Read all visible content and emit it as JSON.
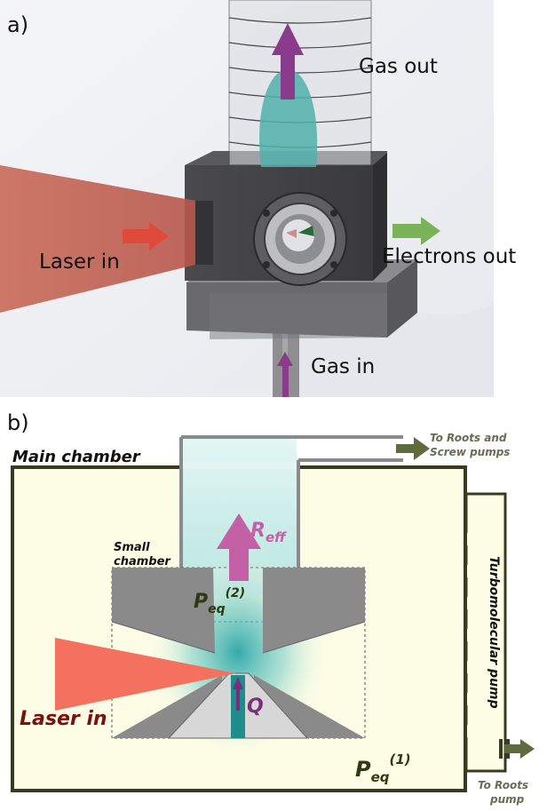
{
  "panel_a": {
    "label": "a)",
    "gas_out": "Gas out",
    "laser_in": "Laser in",
    "electrons_out": "Electrons out",
    "gas_in": "Gas in"
  },
  "panel_b": {
    "label": "b)",
    "main_chamber": "Main chamber",
    "small_chamber_line1": "Small",
    "small_chamber_line2": "chamber",
    "to_roots_screw_line1": "To Roots and",
    "to_roots_screw_line2": "Screw pumps",
    "turbomolecular": "Turbomolecular pump",
    "to_roots_line1": "To Roots",
    "to_roots_line2": "pump",
    "laser_in": "Laser in",
    "r_eff_main": "R",
    "r_eff_sub": "eff",
    "p2_main": "P",
    "p2_sub": "eq",
    "p2_sup": "(2)",
    "p1_main": "P",
    "p1_sub": "eq",
    "p1_sup": "(1)",
    "q": "Q"
  },
  "colors": {
    "laser": "#f06a55",
    "gas_arrow": "#b85a9a",
    "pump_arrow": "#5f6a3e",
    "electron_arrow": "#7ab35a",
    "chamber_fill": "#fdfde6",
    "cone_gray": "#8a8a8a"
  }
}
